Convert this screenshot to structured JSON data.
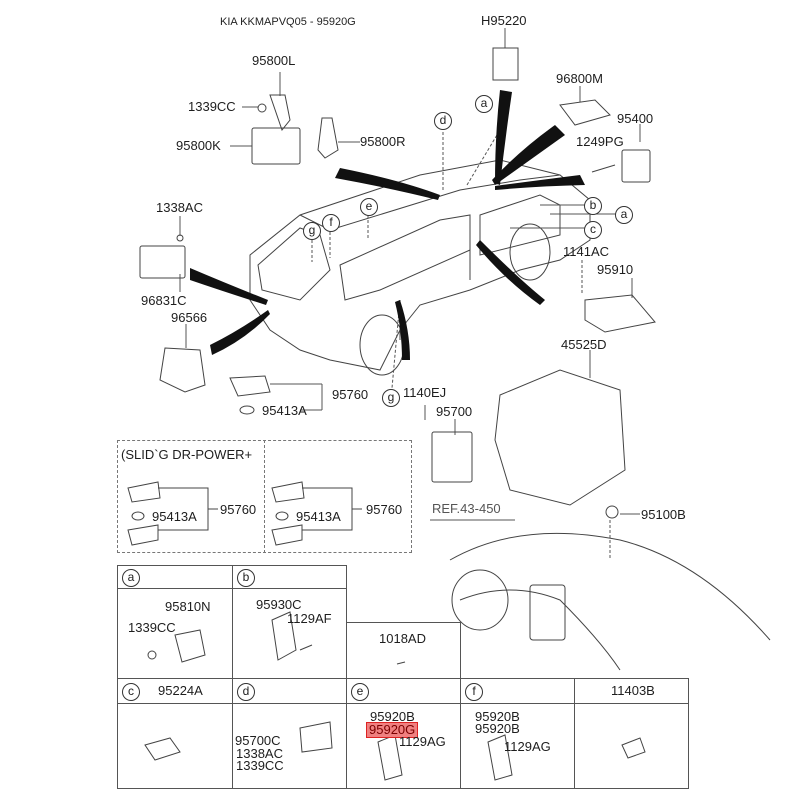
{
  "title": "KIA KKMAPVQ05 - 95920G",
  "highlight_color": "#f08080",
  "top_parts": {
    "h95220": "H95220",
    "p95800L": "95800L",
    "p1339CC": "1339CC",
    "p95800K": "95800K",
    "p95800R": "95800R",
    "p96800M": "96800M",
    "p95400": "95400",
    "p1249PG": "1249PG",
    "p1338AC": "1338AC",
    "p96831C": "96831C",
    "p96566": "96566",
    "p95760": "95760",
    "p95413A": "95413A",
    "p1141AC": "1141AC",
    "p95910": "95910",
    "p45525D": "45525D",
    "p1140EJ": "1140EJ",
    "p95700": "95700",
    "ref": "REF.43-450",
    "p95100B": "95100B"
  },
  "callouts": [
    "a",
    "b",
    "c",
    "d",
    "e",
    "f",
    "g"
  ],
  "slide_box": {
    "title": "(SLID`G DR-POWER+",
    "left": {
      "key": "95760",
      "battery": "95413A"
    },
    "right": {
      "key": "95760",
      "battery": "95413A"
    }
  },
  "table": {
    "a": {
      "letter": "a",
      "parts": [
        "95810N",
        "1339CC"
      ]
    },
    "b": {
      "letter": "b",
      "parts": [
        "95930C",
        "1129AF"
      ]
    },
    "p1018AD": "1018AD",
    "c": {
      "letter": "c",
      "header_part": "95224A"
    },
    "d": {
      "letter": "d",
      "parts": [
        "95700C",
        "1338AC",
        "1339CC"
      ]
    },
    "e": {
      "letter": "e",
      "parts": [
        "95920B",
        "95920G",
        "1129AG"
      ]
    },
    "f": {
      "letter": "f",
      "parts": [
        "95920B",
        "95920B",
        "1129AG"
      ]
    },
    "p11403B": "11403B"
  }
}
